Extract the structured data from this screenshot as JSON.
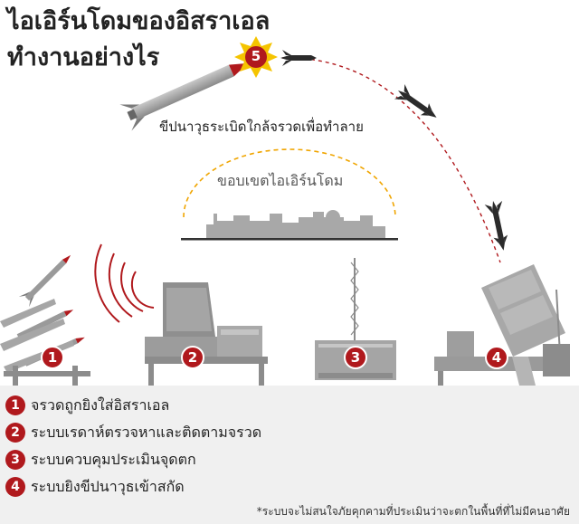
{
  "title": {
    "line1": "ไอเอิร์นโดมของอิสราเอล",
    "line2": "ทำงานอย่างไร"
  },
  "interceptor_caption": "ขีปนาวุธระเบิดใกล้จรวดเพื่อทำลาย",
  "dome_label": "ขอบเขตไอเอิร์นโดม",
  "burst_number": "5",
  "markers": [
    "1",
    "2",
    "3",
    "4"
  ],
  "legend": [
    {
      "num": "1",
      "text": "จรวดถูกยิงใส่อิสราเอล"
    },
    {
      "num": "2",
      "text": "ระบบเรดาห์ตรวจหาและติดตามจรวด"
    },
    {
      "num": "3",
      "text": "ระบบควบคุมประเมินจุดตก"
    },
    {
      "num": "4",
      "text": "ระบบยิงขีปนาวุธเข้าสกัด"
    }
  ],
  "footnote": "*ระบบจะไม่สนใจภัยคุกคามที่ประเมินว่าจะตกในพื้นที่ที่ไม่มีคนอาศัย",
  "colors": {
    "accent_red": "#b0191d",
    "burst_yellow": "#f5c400",
    "dome_orange": "#f0a500",
    "equipment_gray": "#9a9a9a",
    "ground": "#f0f0f0"
  },
  "icons": [
    "rocket-icon",
    "radar-icon",
    "control-unit-icon",
    "launcher-icon",
    "explosion-icon",
    "city-skyline-icon"
  ]
}
